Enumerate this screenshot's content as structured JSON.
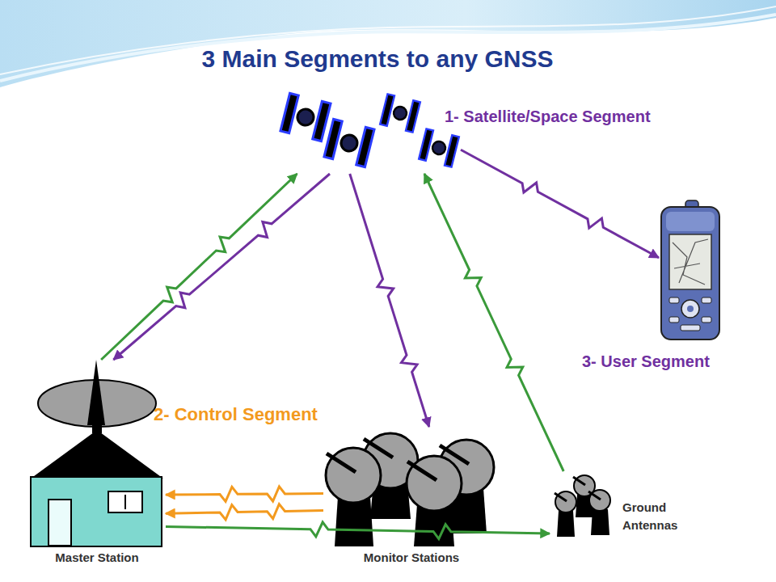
{
  "diagram": {
    "title": "3 Main Segments to any GNSS",
    "nodes": [
      {
        "text": [
          "1- Satellite/Space Segment"
        ]
      },
      {
        "text": [
          "3- User Segment"
        ]
      },
      {
        "text": [
          "Master Station"
        ]
      },
      {
        "text": [
          "Monitor Stations"
        ]
      },
      {
        "text": [
          "Ground Antennas"
        ]
      }
    ],
    "edges": [
      {
        "from": 2,
        "to": 0,
        "arrow": "to"
      },
      {
        "from": 0,
        "to": 2,
        "arrow": "to"
      },
      {
        "from": 0,
        "to": 3,
        "arrow": "to"
      },
      {
        "from": 4,
        "to": 0,
        "arrow": "to"
      },
      {
        "from": 0,
        "to": 1,
        "arrow": "to"
      },
      {
        "from": 3,
        "to": 2,
        "arrow": "to"
      },
      {
        "from": 3,
        "to": 2,
        "arrow": "to"
      },
      {
        "from": 2,
        "to": 4,
        "arrow": "to"
      }
    ],
    "labels": [
      "2- Control Segment"
    ]
  }
}
